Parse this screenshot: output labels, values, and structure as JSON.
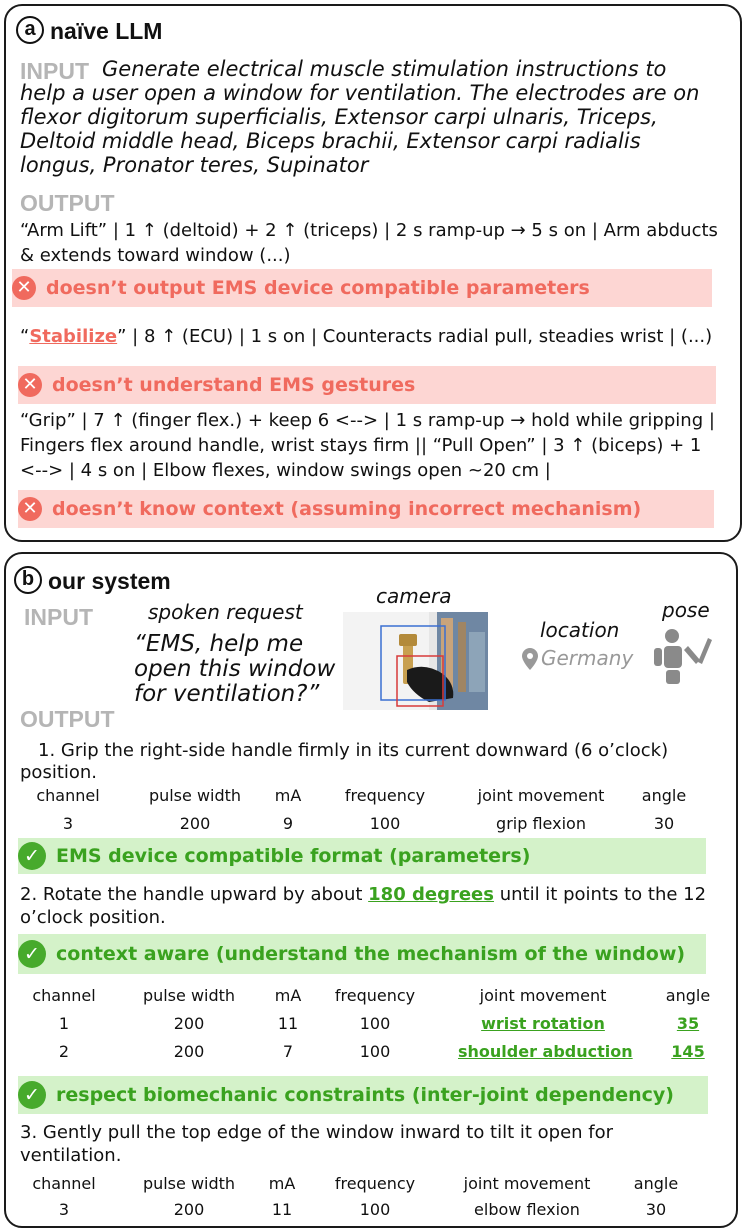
{
  "panel_a": {
    "badge": "a",
    "title": "naïve LLM",
    "input_label": "INPUT",
    "input_lines": [
      "Generate electrical muscle stimulation instructions to",
      "help a user open a window for ventilation. The electrodes are on",
      "flexor digitorum superficialis,  Extensor carpi ulnaris, Triceps,",
      "Deltoid middle head,  Biceps brachii,  Extensor carpi radialis",
      "longus, Pronator teres, Supinator"
    ],
    "output_label": "OUTPUT",
    "out1_lines": [
      "“Arm Lift” | 1 ↑ (deltoid) + 2 ↑ (triceps) | 2 s ramp-up → 5 s on | Arm abducts",
      "& extends toward window (...)"
    ],
    "err1": "doesn’t output EMS device compatible parameters",
    "out2_open": "“",
    "out2_highlight": "Stabilize",
    "out2_rest": "” | 8 ↑ (ECU) | 1 s on | Counteracts radial pull, steadies wrist | (...)",
    "err2": "doesn’t understand EMS gestures",
    "out3_lines": [
      "“Grip” | 7 ↑ (finger flex.) + keep 6 <--> | 1 s ramp-up → hold while gripping |",
      "Fingers flex around handle, wrist stays firm || “Pull Open” | 3 ↑ (biceps) + 1",
      "<--> | 4 s on | Elbow flexes, window swings open ~20 cm |"
    ],
    "err3": "doesn’t know context (assuming incorrect mechanism)"
  },
  "panel_b": {
    "badge": "b",
    "title": "our system",
    "input_label": "INPUT",
    "spoken_label": "spoken request",
    "spoken_lines": [
      "“EMS, help me",
      "open this window",
      "for ventilation?”"
    ],
    "camera_label": "camera",
    "location_label": "location",
    "location_value": "Germany",
    "pose_label": "pose",
    "output_label": "OUTPUT",
    "step1_lines": [
      "1. Grip the right-side handle firmly in its current downward (6 o’clock)",
      "position."
    ],
    "table_headers": [
      "channel",
      "pulse width",
      "mA",
      "frequency",
      "joint movement",
      "angle"
    ],
    "table1_rows": [
      [
        "3",
        "200",
        "9",
        "100",
        "grip flexion",
        "30"
      ]
    ],
    "ok1": "EMS device compatible format (parameters)",
    "step2_pre": "2. Rotate the handle upward by about ",
    "step2_highlight": "180 degrees",
    "step2_post": " until it points to the 12",
    "step2_line2": "o’clock position.",
    "ok2": "context aware (understand the mechanism of the window)",
    "table2_rows": [
      [
        "1",
        "200",
        "11",
        "100",
        "wrist rotation",
        "35"
      ],
      [
        "2",
        "200",
        "7",
        "100",
        "shoulder abduction",
        "145"
      ]
    ],
    "ok3": "respect biomechanic constraints (inter-joint dependency)",
    "step3_lines": [
      "3. Gently pull the top edge of the window inward to tilt it open for",
      "ventilation."
    ],
    "table3_rows": [
      [
        "3",
        "200",
        "11",
        "100",
        "elbow flexion",
        "30"
      ]
    ]
  },
  "colors": {
    "error": "#f06a5e",
    "error_bg": "#fdd6d3",
    "ok": "#3aa21f",
    "ok_bg": "#d4f2c9",
    "label_gray": "#b5b5b5"
  },
  "icons": [
    "x-circle-icon",
    "check-circle-icon",
    "location-pin-icon",
    "pose-figure-icon"
  ]
}
